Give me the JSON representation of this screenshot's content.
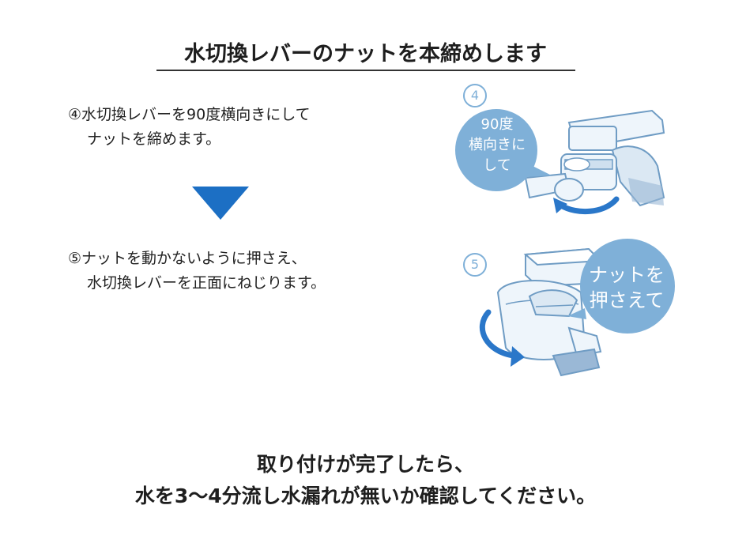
{
  "title": "水切換レバーのナットを本締めします",
  "steps": [
    {
      "number": "④",
      "line1": "④水切換レバーを90度横向きにして",
      "line2": "ナットを締めます。",
      "badge": "4",
      "bubble": [
        "90度",
        "横向きに",
        "して"
      ]
    },
    {
      "number": "⑤",
      "line1": "⑤ナットを動かないように押さえ、",
      "line2": "水切換レバーを正面にねじります。",
      "badge": "5",
      "bubble": [
        "ナットを",
        "押さえて"
      ]
    }
  ],
  "footer": {
    "line1": "取り付けが完了したら、",
    "line2": "水を3〜4分流し水漏れが無いか確認してください。"
  },
  "colors": {
    "accent_blue": "#1c6fc4",
    "bubble_blue": "#7fb0d8",
    "faucet_light": "#eef5fb",
    "faucet_line": "#6f9cc4",
    "rotation_arrow": "#2a77c9"
  }
}
